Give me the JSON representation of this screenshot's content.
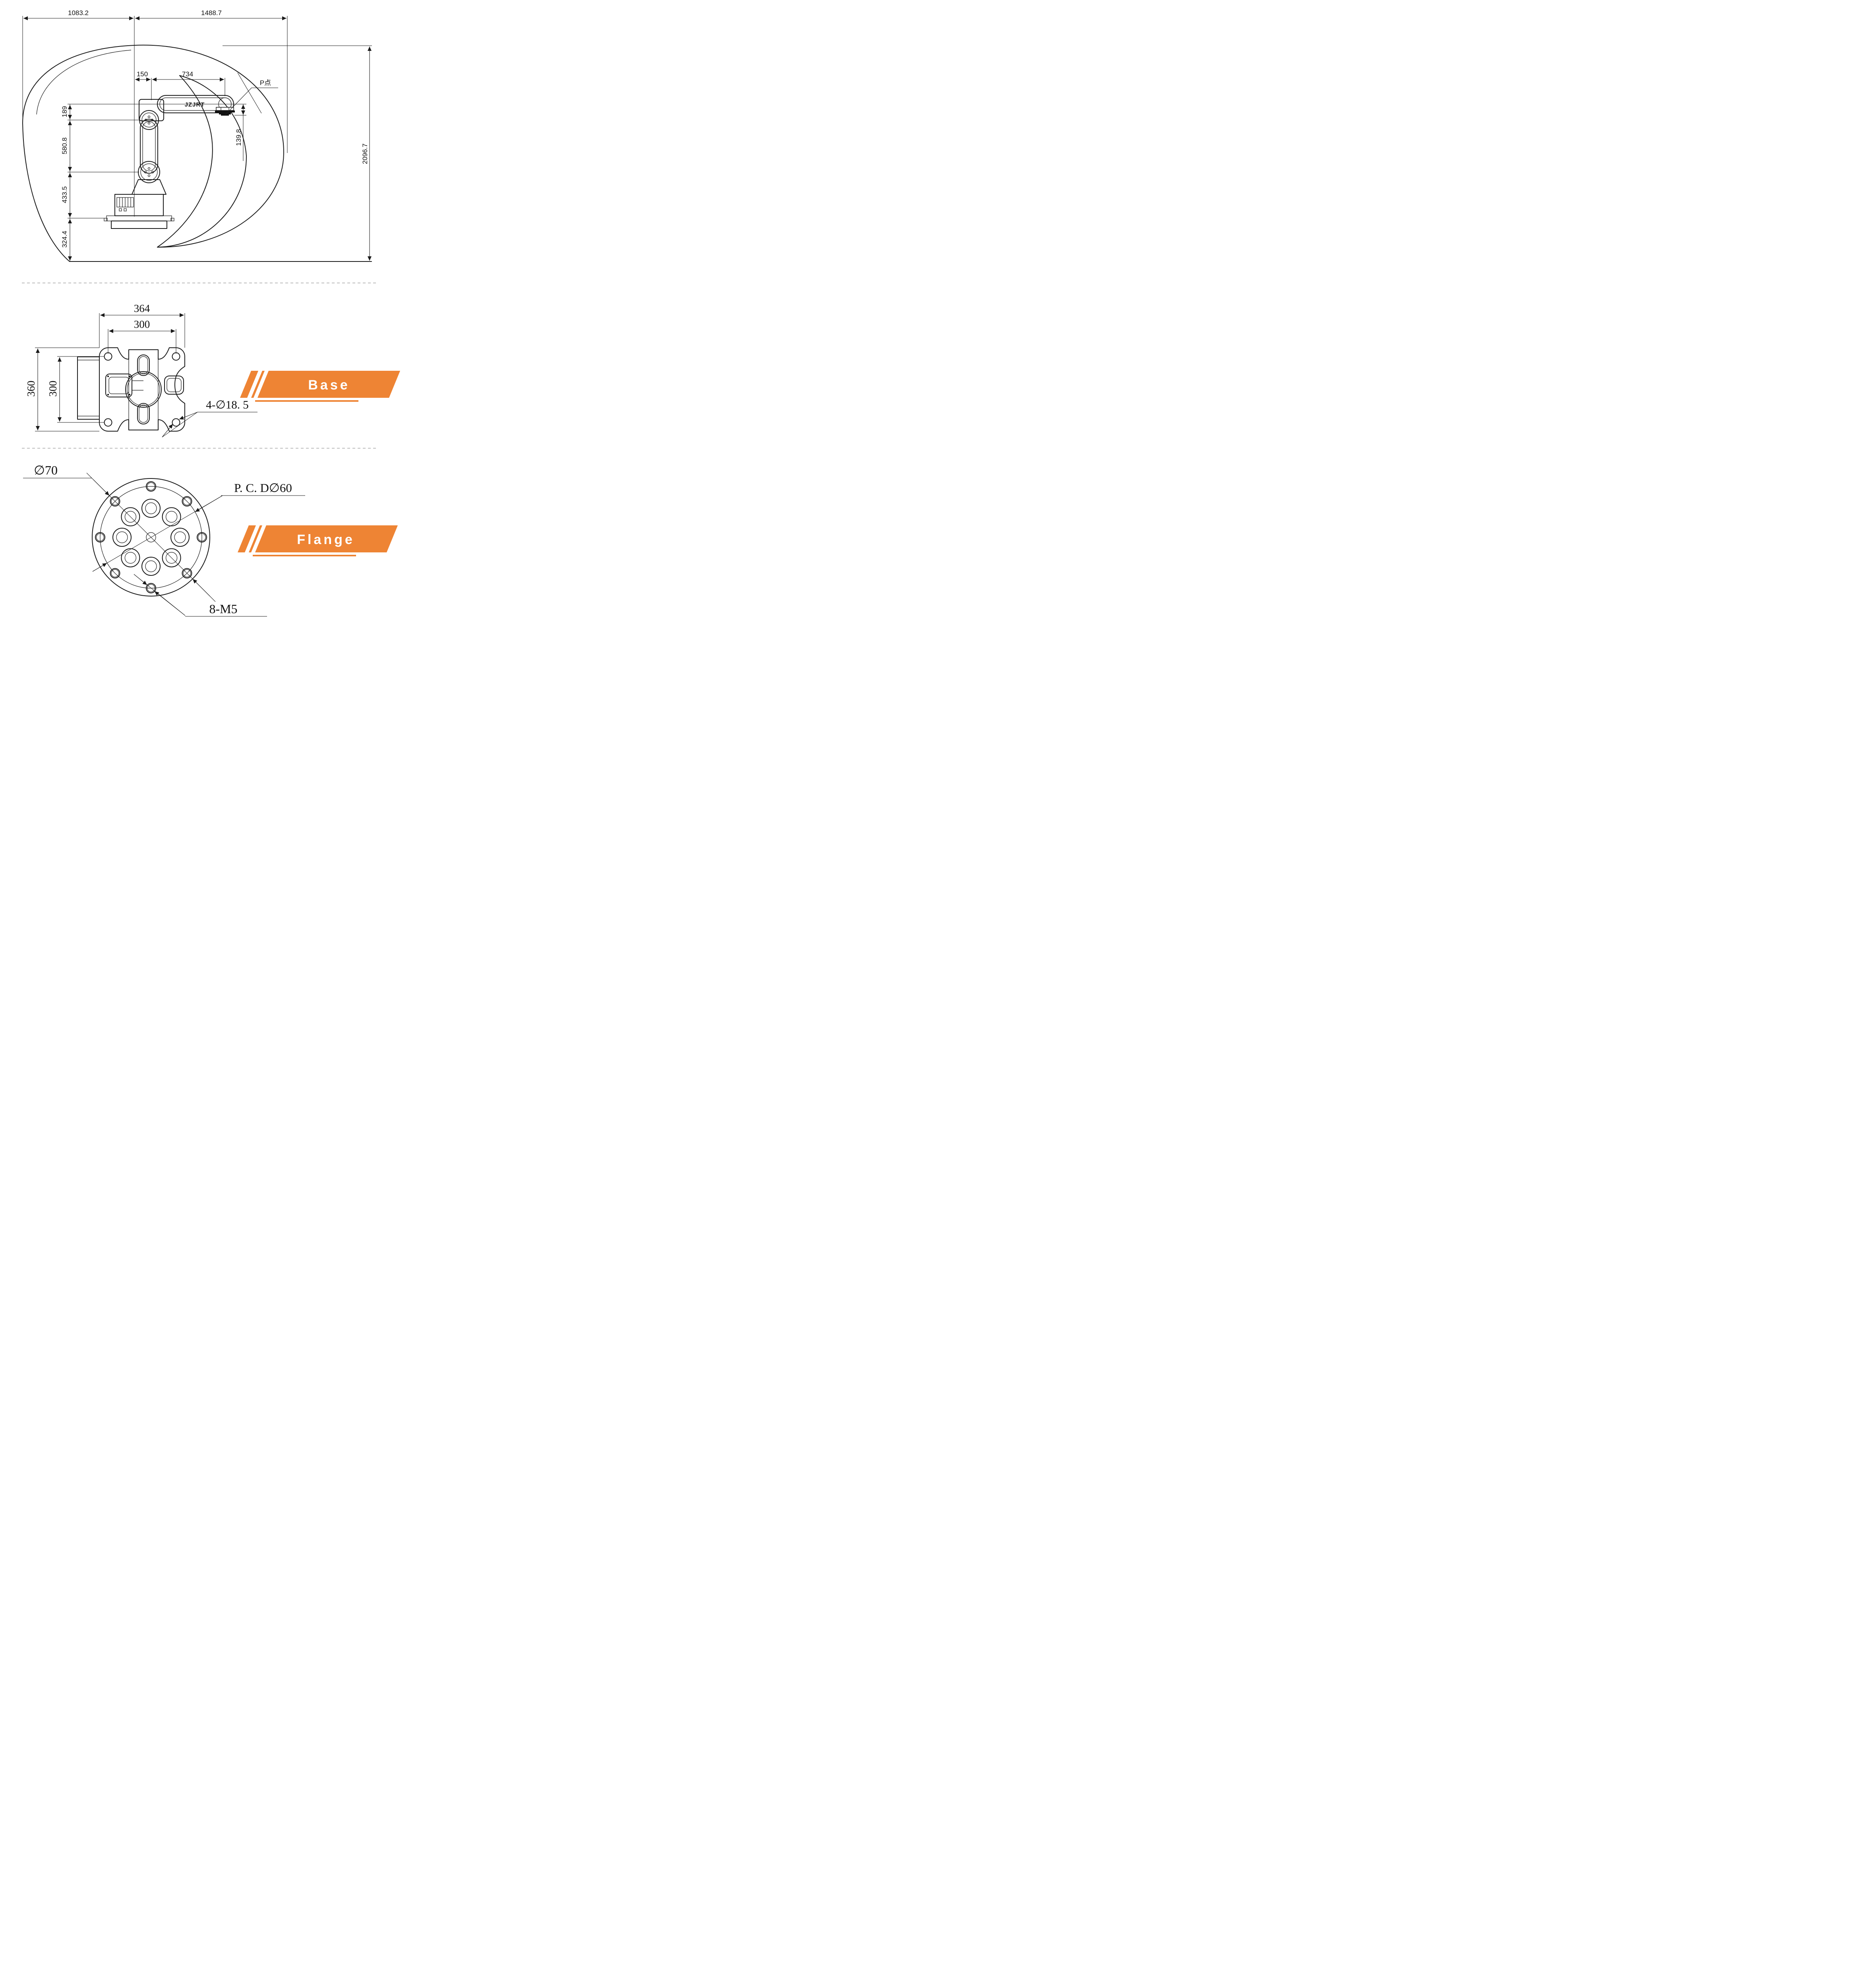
{
  "side_view": {
    "dim_top_left": "1083.2",
    "dim_top_right": "1488.7",
    "dim_shoulder_offset": "150",
    "dim_forearm_reach": "734",
    "dim_wrist_drop": "139.8",
    "dim_total_height": "2096.7",
    "dim_axis_to_arm_top": "189",
    "dim_upper_arm": "580.8",
    "dim_lower_arm": "433.5",
    "dim_base_height": "324.4",
    "point_label": "P点",
    "brand_label": "JZJRT"
  },
  "base_view": {
    "banner_label": "Base",
    "dim_plate_width": "364",
    "dim_hole_span_width": "300",
    "dim_plate_height": "360",
    "dim_hole_span_height": "300",
    "mount_holes_label": "4-∅18. 5"
  },
  "flange_view": {
    "banner_label": "Flange",
    "dim_outer_diameter": "∅70",
    "dim_pitch_circle": "P. C. D∅60",
    "thread_holes_label": "8-M5"
  },
  "colors": {
    "accent_orange": "#EE8434",
    "line_dark": "#1a1a1a",
    "separator_gray": "#c8c8c8"
  }
}
